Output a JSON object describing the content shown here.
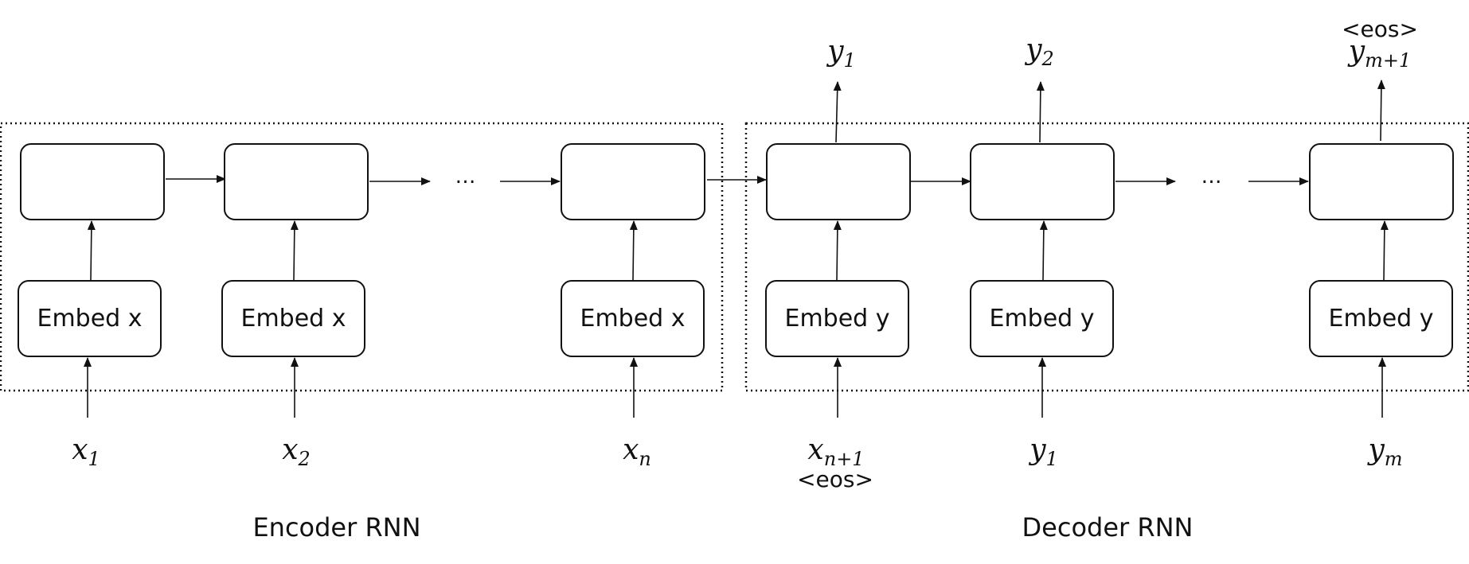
{
  "encoder": {
    "caption": "Encoder RNN",
    "embed_label": "Embed x",
    "ellipsis": "…",
    "inputs": [
      {
        "var": "x",
        "sub": "1"
      },
      {
        "var": "x",
        "sub": "2"
      },
      {
        "var": "x",
        "sub": "n"
      }
    ]
  },
  "decoder": {
    "caption": "Decoder RNN",
    "embed_label": "Embed y",
    "ellipsis": "…",
    "inputs": [
      {
        "var": "x",
        "sub": "n+1",
        "tag": "<eos>"
      },
      {
        "var": "y",
        "sub": "1"
      },
      {
        "var": "y",
        "sub": "m"
      }
    ],
    "outputs": [
      {
        "var": "y",
        "sub": "1"
      },
      {
        "var": "y",
        "sub": "2"
      },
      {
        "var": "y",
        "sub": "m+1",
        "tag": "<eos>"
      }
    ]
  }
}
